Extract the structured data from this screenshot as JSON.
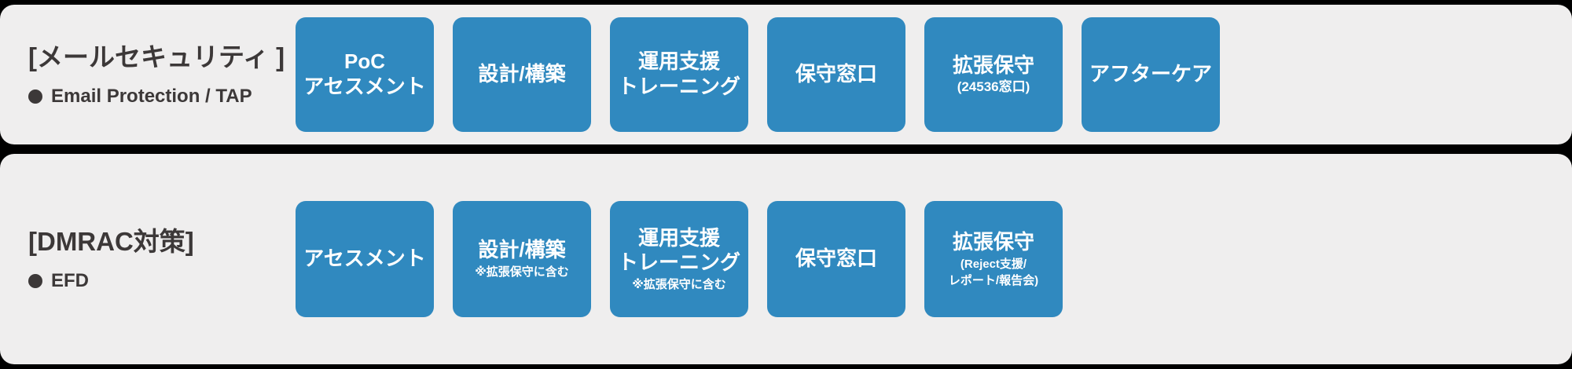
{
  "theme": {
    "background": "#000000",
    "row_background": "#efeeee",
    "card_color": "#3089bf",
    "card_text_color": "#ffffff",
    "heading_color": "#3c3838"
  },
  "rows": [
    {
      "id": "mail-security",
      "title": "[メールセキュリティ ]",
      "bullet_icon": "filled-circle-bullet-icon",
      "subtitle": "Email Protection / TAP",
      "cards": [
        {
          "lines": [
            "PoC",
            "アセスメント"
          ],
          "note": "",
          "note_lines": []
        },
        {
          "lines": [
            "設計/構築"
          ],
          "note": "",
          "note_lines": []
        },
        {
          "lines": [
            "運用支援",
            "トレーニング"
          ],
          "note": "",
          "note_lines": []
        },
        {
          "lines": [
            "保守窓口"
          ],
          "note": "",
          "note_lines": []
        },
        {
          "lines": [
            "拡張保守"
          ],
          "note": "(24536窓口)",
          "note_lines": []
        },
        {
          "lines": [
            "アフターケア"
          ],
          "note": "",
          "note_lines": []
        }
      ]
    },
    {
      "id": "dmrac",
      "title": "[DMRAC対策]",
      "bullet_icon": "filled-circle-bullet-icon",
      "subtitle": "EFD",
      "cards": [
        {
          "lines": [
            "アセスメント"
          ],
          "note": "",
          "note_lines": []
        },
        {
          "lines": [
            "設計/構築"
          ],
          "note": "",
          "note_lines": [
            "※拡張保守に含む"
          ]
        },
        {
          "lines": [
            "運用支援",
            "トレーニング"
          ],
          "note": "",
          "note_lines": [
            "※拡張保守に含む"
          ]
        },
        {
          "lines": [
            "保守窓口"
          ],
          "note": "",
          "note_lines": []
        },
        {
          "lines": [
            "拡張保守"
          ],
          "note": "",
          "note_lines": [
            "(Reject支援/",
            "レポート/報告会)"
          ]
        }
      ]
    }
  ]
}
